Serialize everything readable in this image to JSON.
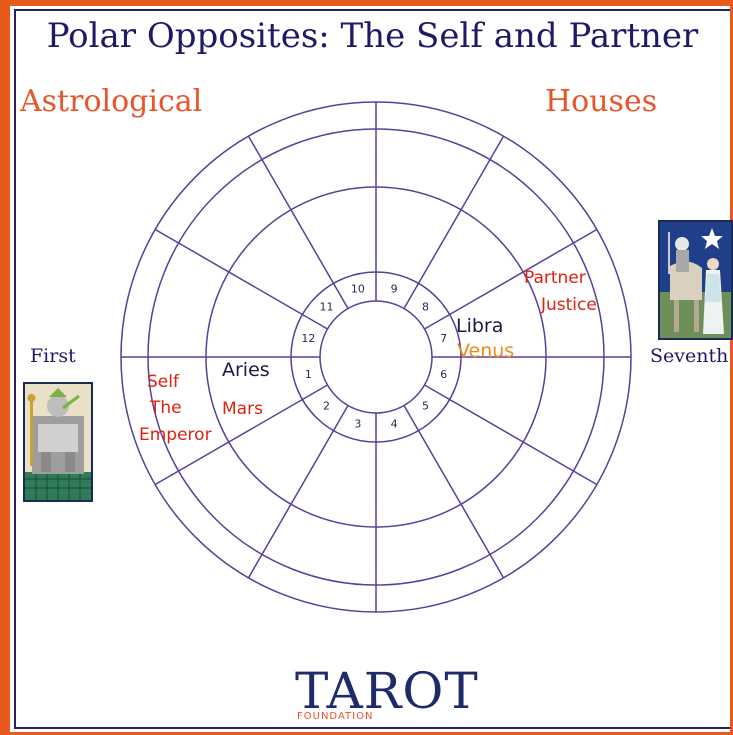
{
  "title": "Polar Opposites: The Self and Partner",
  "headings": {
    "left": "Astrological",
    "right": "Houses"
  },
  "side_labels": {
    "left": "First",
    "right": "Seventh"
  },
  "house_numbers": [
    "1",
    "2",
    "3",
    "4",
    "5",
    "6",
    "7",
    "8",
    "9",
    "10",
    "11",
    "12"
  ],
  "first_house": {
    "sign": "Aries",
    "planet": "Mars",
    "meaning": "Self",
    "card_line1": "The",
    "card_line2": "Emperor"
  },
  "seventh_house": {
    "sign": "Libra",
    "planet": "Venus",
    "meaning": "Partner",
    "card": "Justice"
  },
  "logo": {
    "word": "TAROT",
    "sub": "FOUNDATION"
  },
  "colors": {
    "frame": "#e85a1c",
    "ink": "#1f1a66",
    "wheel": "#5a3f9a",
    "accent_red": "#e02010",
    "accent_orange": "#f28a1a"
  }
}
